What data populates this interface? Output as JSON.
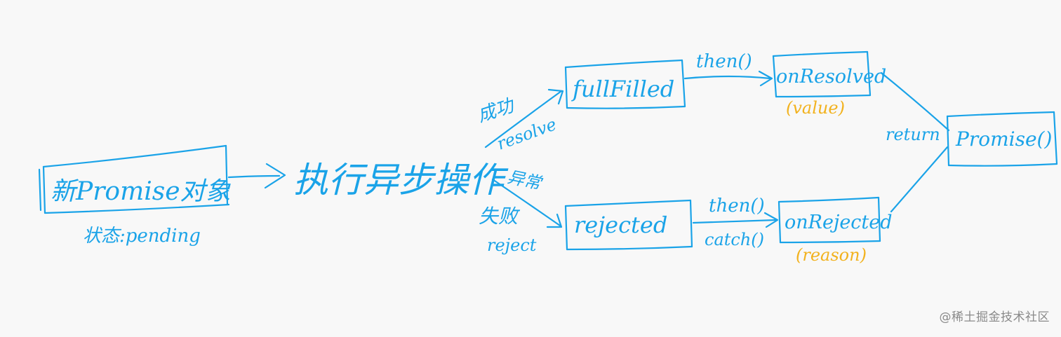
{
  "nodes": {
    "new_promise": "新Promise对象",
    "state_label": "状态:pending",
    "async_op": "执行异步操作",
    "fulfilled": "fullFilled",
    "rejected": "rejected",
    "on_resolved": "onResolved",
    "on_rejected": "onRejected",
    "promise_out": "Promise()"
  },
  "edges": {
    "success_cn": "成功",
    "resolve": "resolve",
    "exception_cn": "异常",
    "failure_cn": "失败",
    "reject": "reject",
    "then_top": "then()",
    "then_bottom": "then()",
    "catch": "catch()",
    "return": "return"
  },
  "params": {
    "value": "(value)",
    "reason": "(reason)"
  },
  "watermark": "@稀土掘金技术社区",
  "colors": {
    "ink": "#1aa3e8",
    "highlight": "#f2b21e",
    "background": "#f8f8f8"
  }
}
